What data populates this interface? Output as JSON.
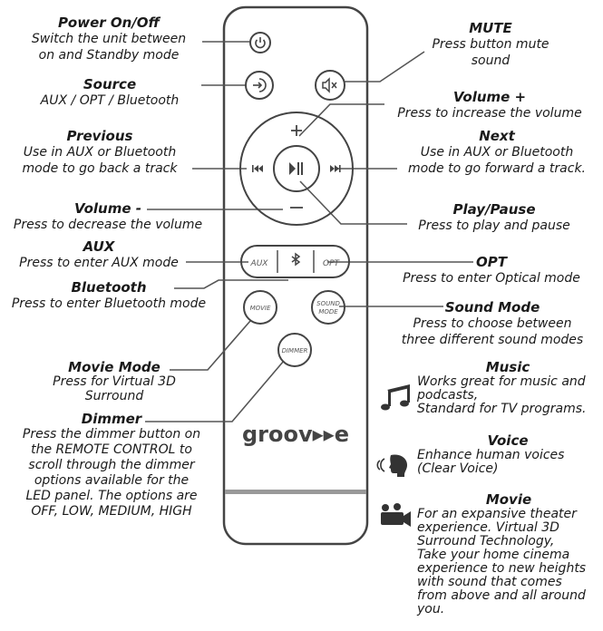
{
  "remote": {
    "button_aux": "AUX",
    "button_opt": "OPT",
    "button_movie": "MOVIE",
    "button_sound_mode": [
      "SOUND",
      "MODE"
    ],
    "button_dimmer": "DIMMER",
    "brand": "groov▸▸e"
  },
  "callouts": {
    "power": {
      "title": "Power On/Off",
      "desc": [
        "Switch the unit between",
        "on and Standby mode"
      ]
    },
    "source": {
      "title": "Source",
      "desc": [
        "AUX / OPT / Bluetooth"
      ]
    },
    "previous": {
      "title": "Previous",
      "desc": [
        "Use in AUX or Bluetooth",
        "mode to go back a track"
      ]
    },
    "volume_down": {
      "title": "Volume -",
      "desc": [
        "Press to decrease the volume"
      ]
    },
    "aux": {
      "title": "AUX",
      "desc": [
        "Press to enter AUX mode"
      ]
    },
    "bluetooth": {
      "title": "Bluetooth",
      "desc": [
        "Press to enter Bluetooth mode"
      ]
    },
    "movie_mode": {
      "title": "Movie Mode",
      "desc": [
        "Press for Virtual 3D",
        "Surround"
      ]
    },
    "dimmer": {
      "title": "Dimmer",
      "desc": [
        "Press the dimmer button on",
        "the REMOTE CONTROL to",
        "scroll through the dimmer",
        "options available for the",
        "LED panel. The options are",
        "OFF, LOW, MEDIUM, HIGH"
      ]
    },
    "mute": {
      "title": "MUTE",
      "desc": [
        "Press button mute",
        "sound"
      ]
    },
    "volume_up": {
      "title": "Volume +",
      "desc": [
        "Press to increase the volume"
      ]
    },
    "next": {
      "title": "Next",
      "desc": [
        "Use in AUX or Bluetooth",
        "mode to go forward a track."
      ]
    },
    "play_pause": {
      "title": "Play/Pause",
      "desc": [
        "Press to play and pause"
      ]
    },
    "opt": {
      "title": "OPT",
      "desc": [
        "Press to enter Optical mode"
      ]
    },
    "sound_mode": {
      "title": "Sound Mode",
      "desc": [
        "Press to choose between",
        "three different sound modes"
      ]
    }
  },
  "modes": [
    {
      "icon": "music-note-icon",
      "title": "Music",
      "desc": [
        "Works great for music and",
        "podcasts,",
        "Standard for TV programs."
      ]
    },
    {
      "icon": "voice-icon",
      "title": "Voice",
      "desc": [
        "Enhance human voices",
        "(Clear Voice)"
      ]
    },
    {
      "icon": "movie-camera-icon",
      "title": "Movie",
      "desc": [
        "For an expansive theater",
        "experience. Virtual 3D",
        "Surround Technology,",
        "Take your home cinema",
        "experience to new heights",
        "with sound that comes",
        "from above and all around",
        "you."
      ]
    }
  ]
}
